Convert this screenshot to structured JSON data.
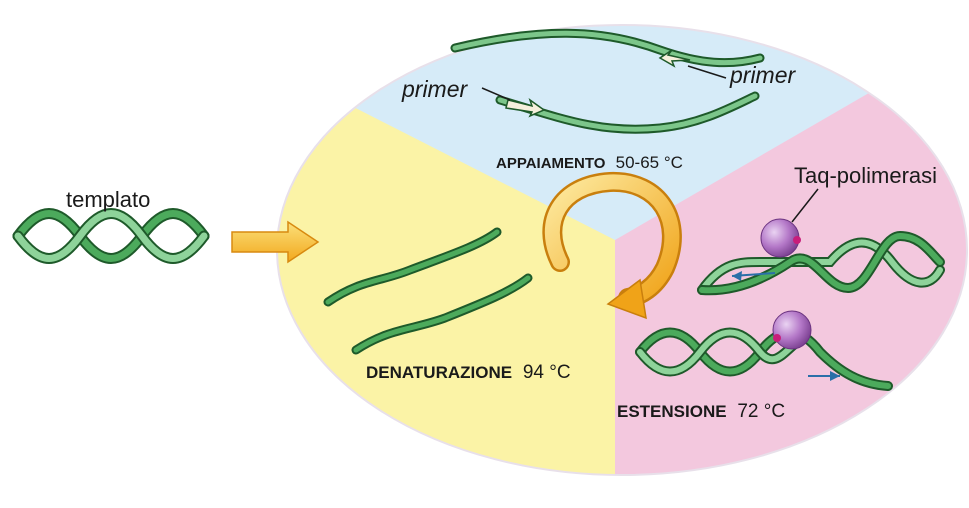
{
  "labels": {
    "template": "templato",
    "primer_left": "primer",
    "primer_right": "primer",
    "annealing_name": "APPAIAMENTO",
    "annealing_temp": "50-65 °C",
    "denaturation_name": "DENATURAZIONE",
    "denaturation_temp": "94 °C",
    "extension_name": "ESTENSIONE",
    "extension_temp": "72 °C",
    "enzyme": "Taq-polimerasi"
  },
  "colors": {
    "annealing_sector": "#d6ebf8",
    "denaturation_sector": "#fbf3a6",
    "extension_sector": "#f3c8de",
    "dna_strand": "#3f9a4f",
    "dna_strand_light": "#8ed39a",
    "dna_outline": "#1e5a2a",
    "arrow_orange": "#f2a81d",
    "arrow_yellow": "#fbe07a",
    "polymerase": "#b478c8",
    "direction_arrow": "#2a6fa8"
  }
}
